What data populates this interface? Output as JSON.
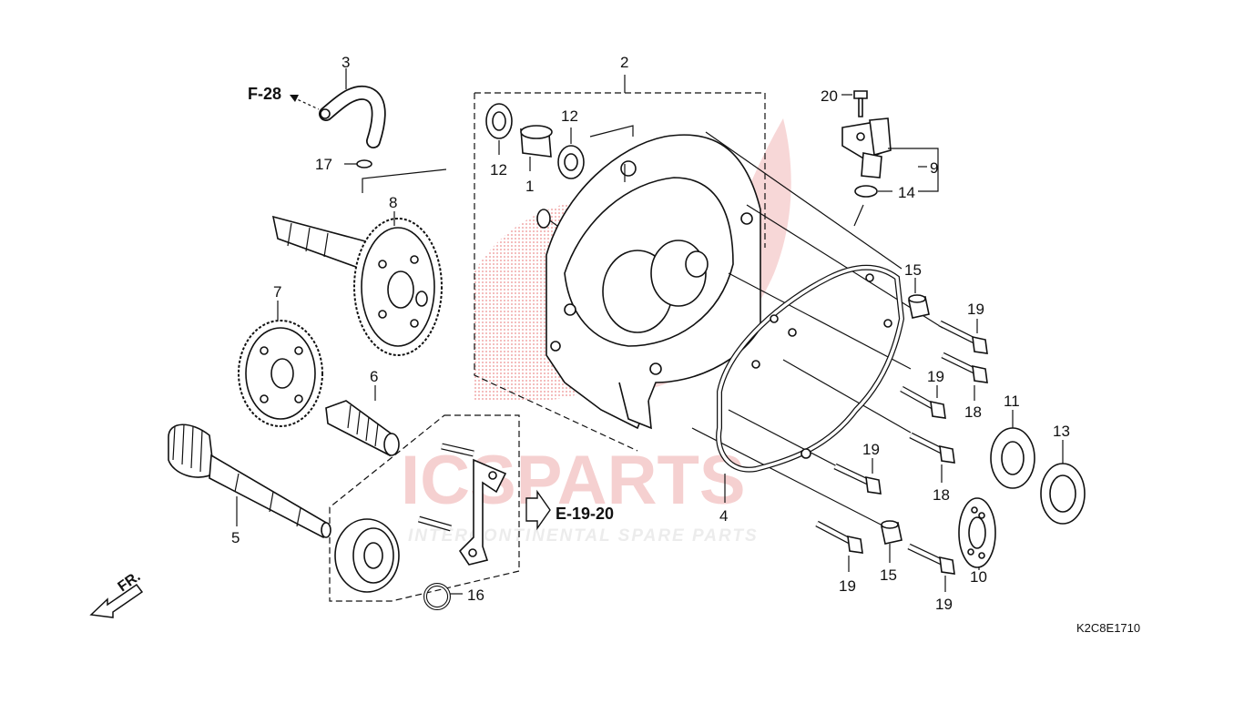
{
  "diagram": {
    "callouts": {
      "c1": "1",
      "c2": "2",
      "c3": "3",
      "c4": "4",
      "c5": "5",
      "c6": "6",
      "c7": "7",
      "c8": "8",
      "c9": "9",
      "c10": "10",
      "c11": "11",
      "c12a": "12",
      "c12b": "12",
      "c13": "13",
      "c14": "14",
      "c15a": "15",
      "c15b": "15",
      "c16": "16",
      "c17": "17",
      "c18a": "18",
      "c18b": "18",
      "c19a": "19",
      "c19b": "19",
      "c19c": "19",
      "c19d": "19",
      "c19e": "19",
      "c20": "20"
    },
    "references": {
      "f28": "F-28",
      "e1920": "E-19-20",
      "front": "FR."
    },
    "diagram_code": "K2C8E1710",
    "watermark": {
      "brand": "ICSPARTS",
      "tagline": "INTERCONTINENTAL SPARE PARTS"
    }
  }
}
